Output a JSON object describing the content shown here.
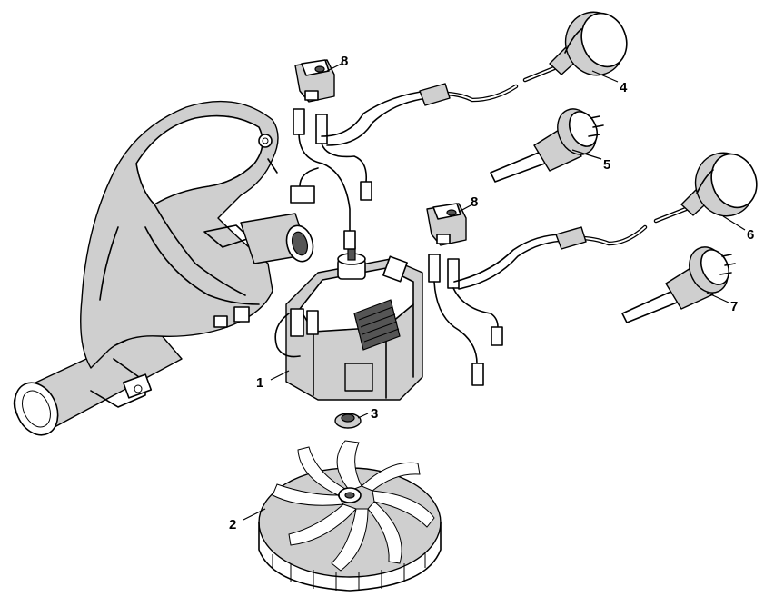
{
  "callouts": [
    {
      "id": "1",
      "label": "1"
    },
    {
      "id": "2",
      "label": "2"
    },
    {
      "id": "3",
      "label": "3"
    },
    {
      "id": "4",
      "label": "4"
    },
    {
      "id": "5",
      "label": "5"
    },
    {
      "id": "6",
      "label": "6"
    },
    {
      "id": "7",
      "label": "7"
    },
    {
      "id": "8a",
      "label": "8"
    },
    {
      "id": "8b",
      "label": "8"
    }
  ],
  "parts": [
    {
      "id": "housing",
      "icon": "blower-housing-icon"
    },
    {
      "id": "1",
      "icon": "motor-icon"
    },
    {
      "id": "2",
      "icon": "fan-impeller-icon"
    },
    {
      "id": "3",
      "icon": "nut-icon"
    },
    {
      "id": "4",
      "icon": "cord-plug-icon"
    },
    {
      "id": "5",
      "icon": "plug-connector-icon"
    },
    {
      "id": "6",
      "icon": "cord-plug-icon"
    },
    {
      "id": "7",
      "icon": "plug-connector-icon"
    },
    {
      "id": "8",
      "icon": "rocker-switch-icon"
    }
  ]
}
